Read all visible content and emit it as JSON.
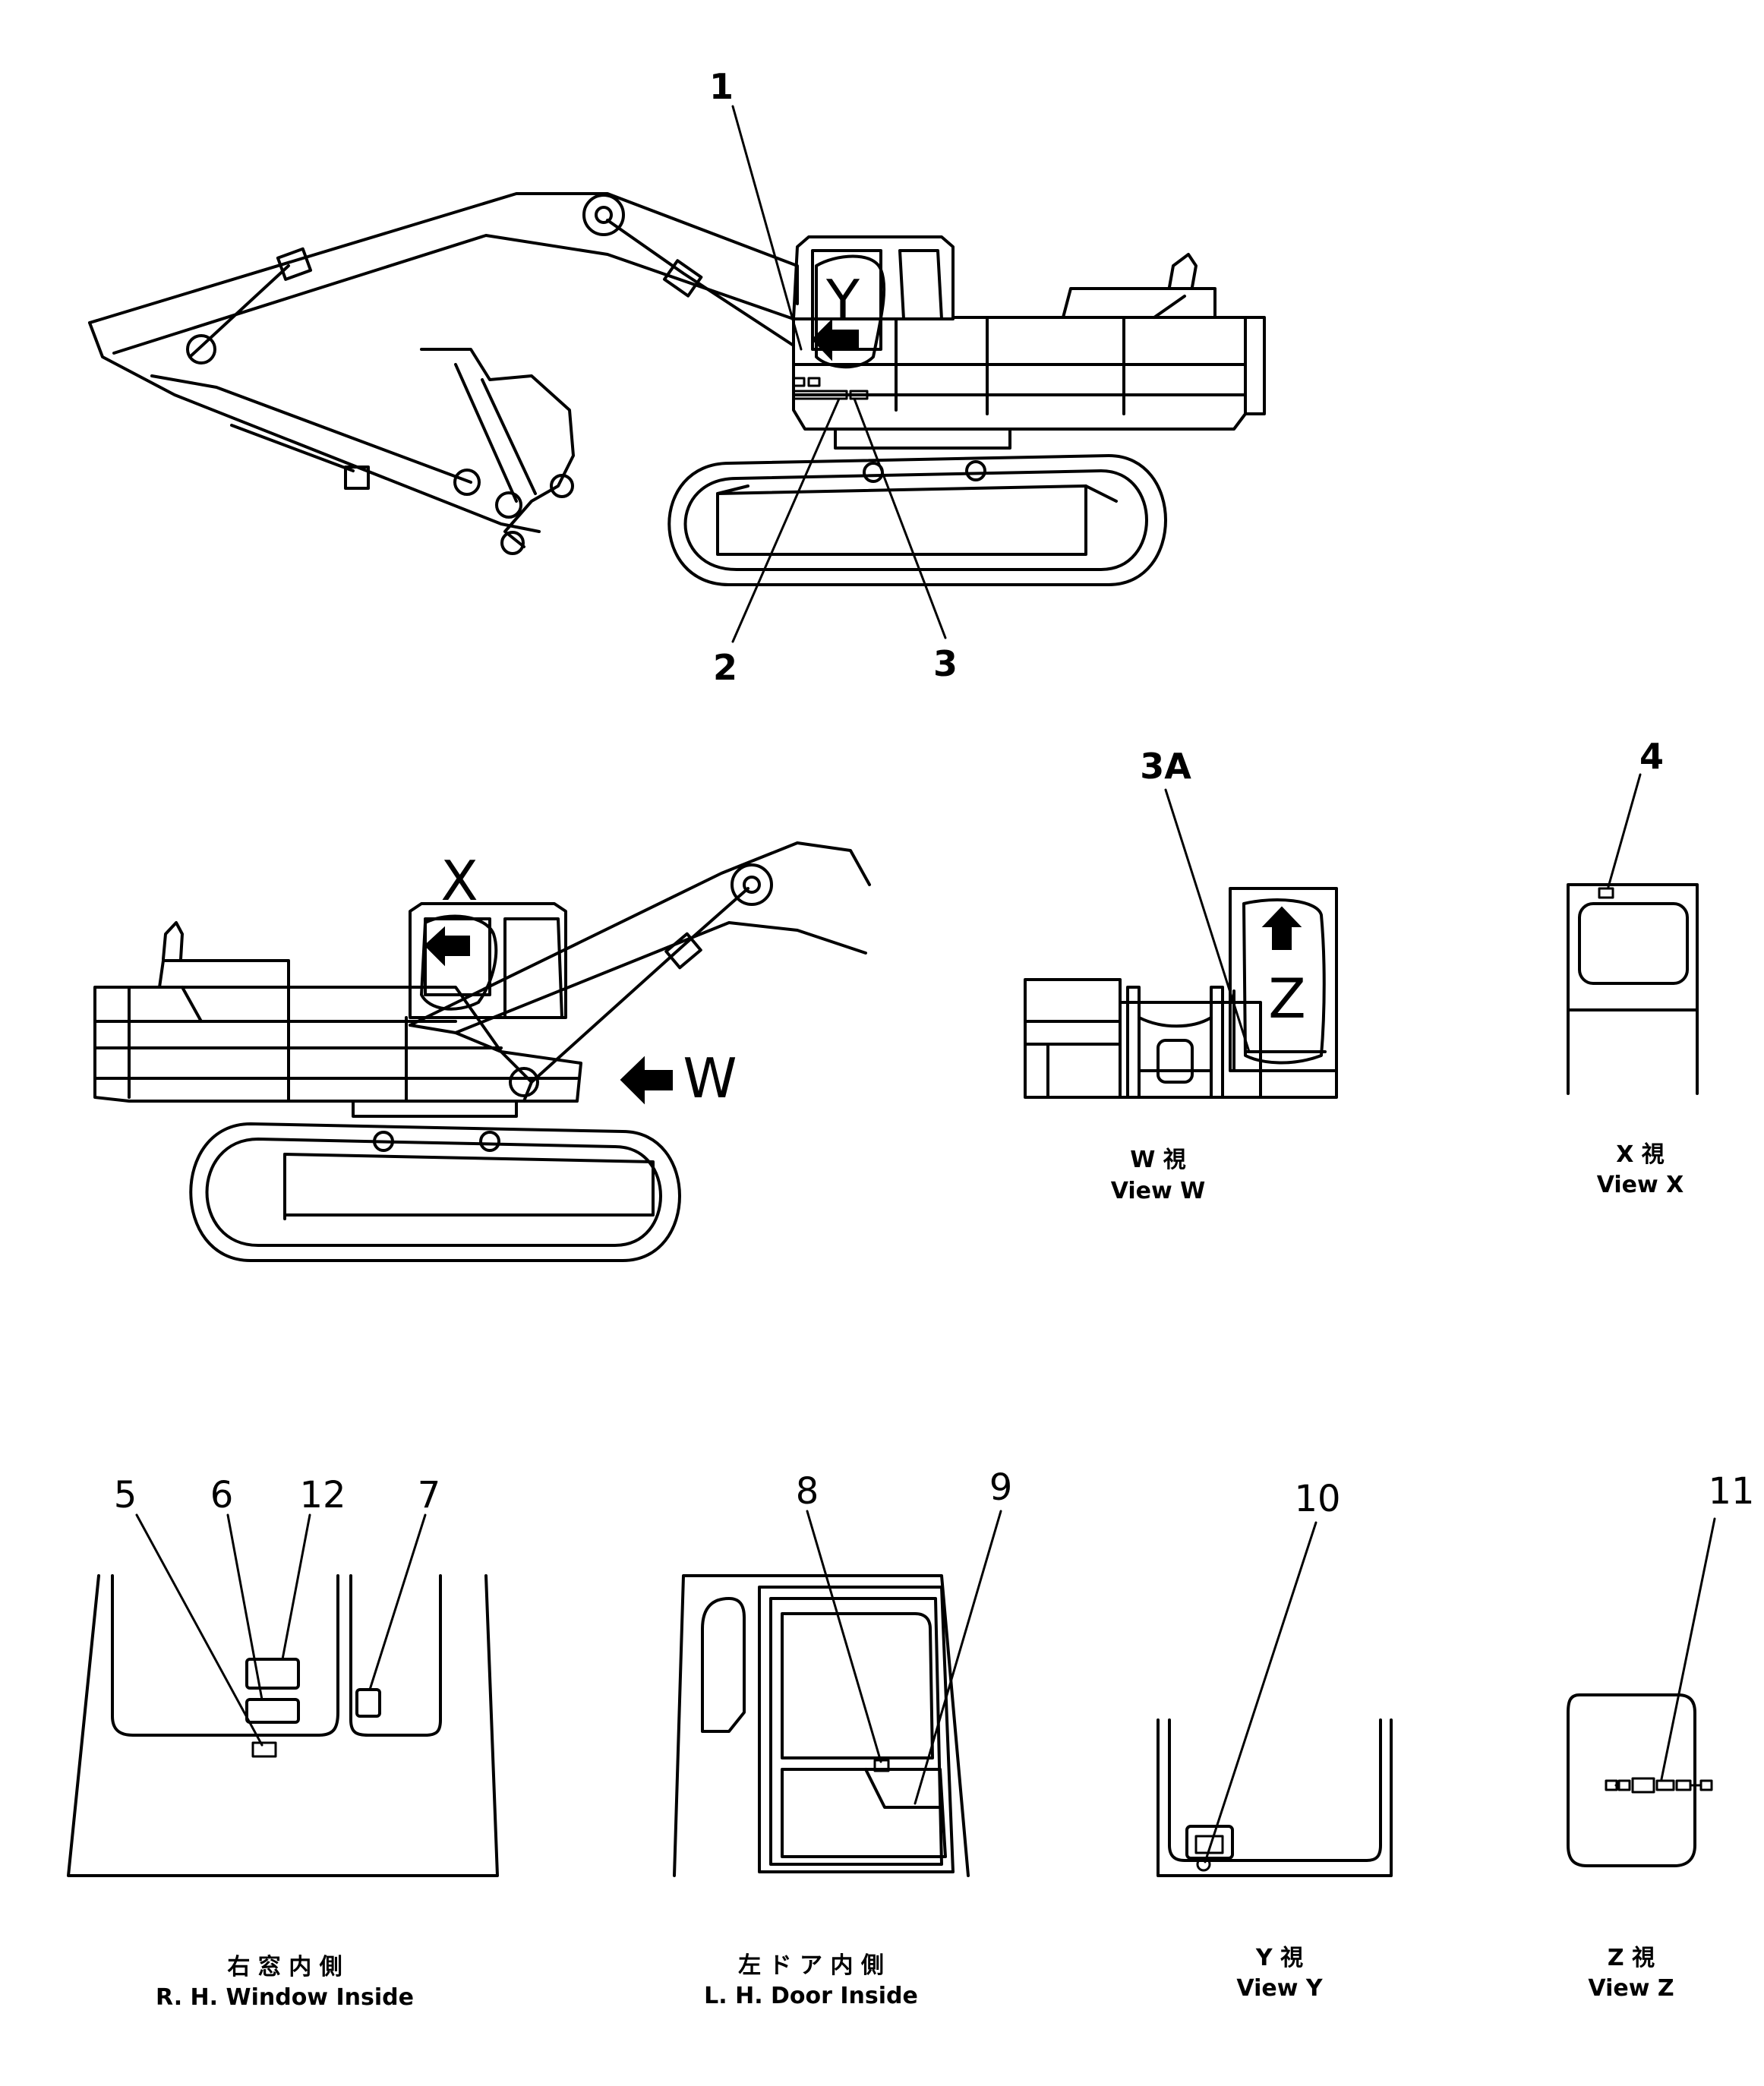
{
  "callouts": {
    "c1": "1",
    "c2": "2",
    "c3": "3",
    "c3a": "3A",
    "c4": "4",
    "c5": "5",
    "c6": "6",
    "c7": "7",
    "c8": "8",
    "c9": "9",
    "c10": "10",
    "c11": "11",
    "c12": "12"
  },
  "view_markers": {
    "y": "Y",
    "x": "X",
    "w": "W",
    "z": "Z"
  },
  "captions": {
    "view_w_jp": "W  視",
    "view_w_en": "View  W",
    "view_x_jp": "X  視",
    "view_x_en": "View  X",
    "rh_window_jp": "右 窓 内 側",
    "rh_window_en": "R. H.  Window  Inside",
    "lh_door_jp": "左 ド ア 内 側",
    "lh_door_en": "L. H.  Door  Inside",
    "view_y_jp": "Y  視",
    "view_y_en": "View  Y",
    "view_z_jp": "Z  視",
    "view_z_en": "View  Z"
  }
}
